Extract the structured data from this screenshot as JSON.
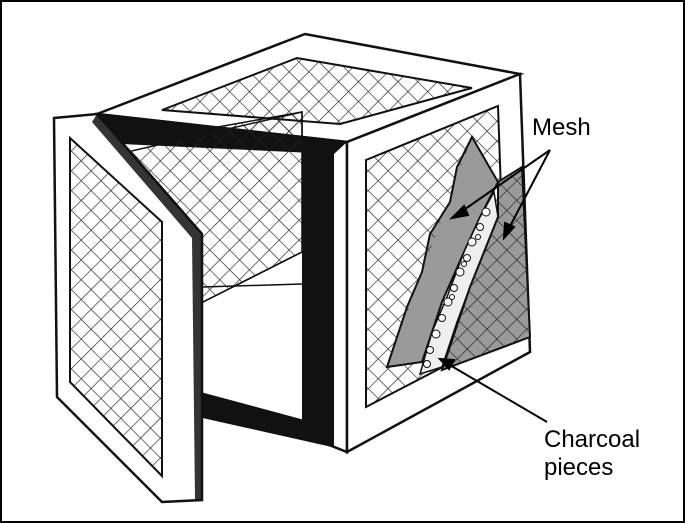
{
  "labels": {
    "mesh": "Mesh",
    "charcoal_line1": "Charcoal",
    "charcoal_line2": "pieces"
  },
  "colors": {
    "background": "#ffffff",
    "border": "#000000",
    "ink": "#111111",
    "charcoal_fill": "#9a9a9a"
  },
  "icons": {
    "mesh": "cross-hatch-mesh-icon",
    "charcoal": "charcoal-pebbles-icon"
  }
}
